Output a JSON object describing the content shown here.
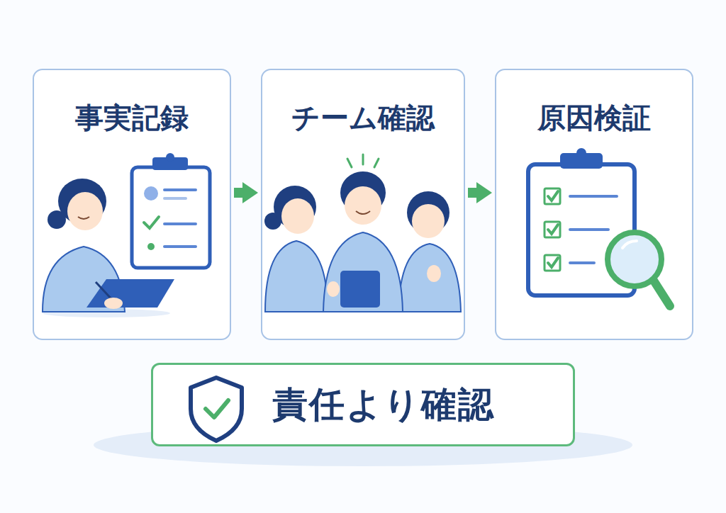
{
  "diagram": {
    "nodes": [
      {
        "text": [
          "事実記録"
        ]
      },
      {
        "text": [
          "チーム確認"
        ]
      },
      {
        "text": [
          "原因検証"
        ]
      },
      {
        "text": [
          "責任より確認"
        ]
      }
    ],
    "edges": [
      {
        "from": 0,
        "to": 1,
        "arrow": "to"
      },
      {
        "from": 1,
        "to": 2,
        "arrow": "to"
      }
    ]
  }
}
